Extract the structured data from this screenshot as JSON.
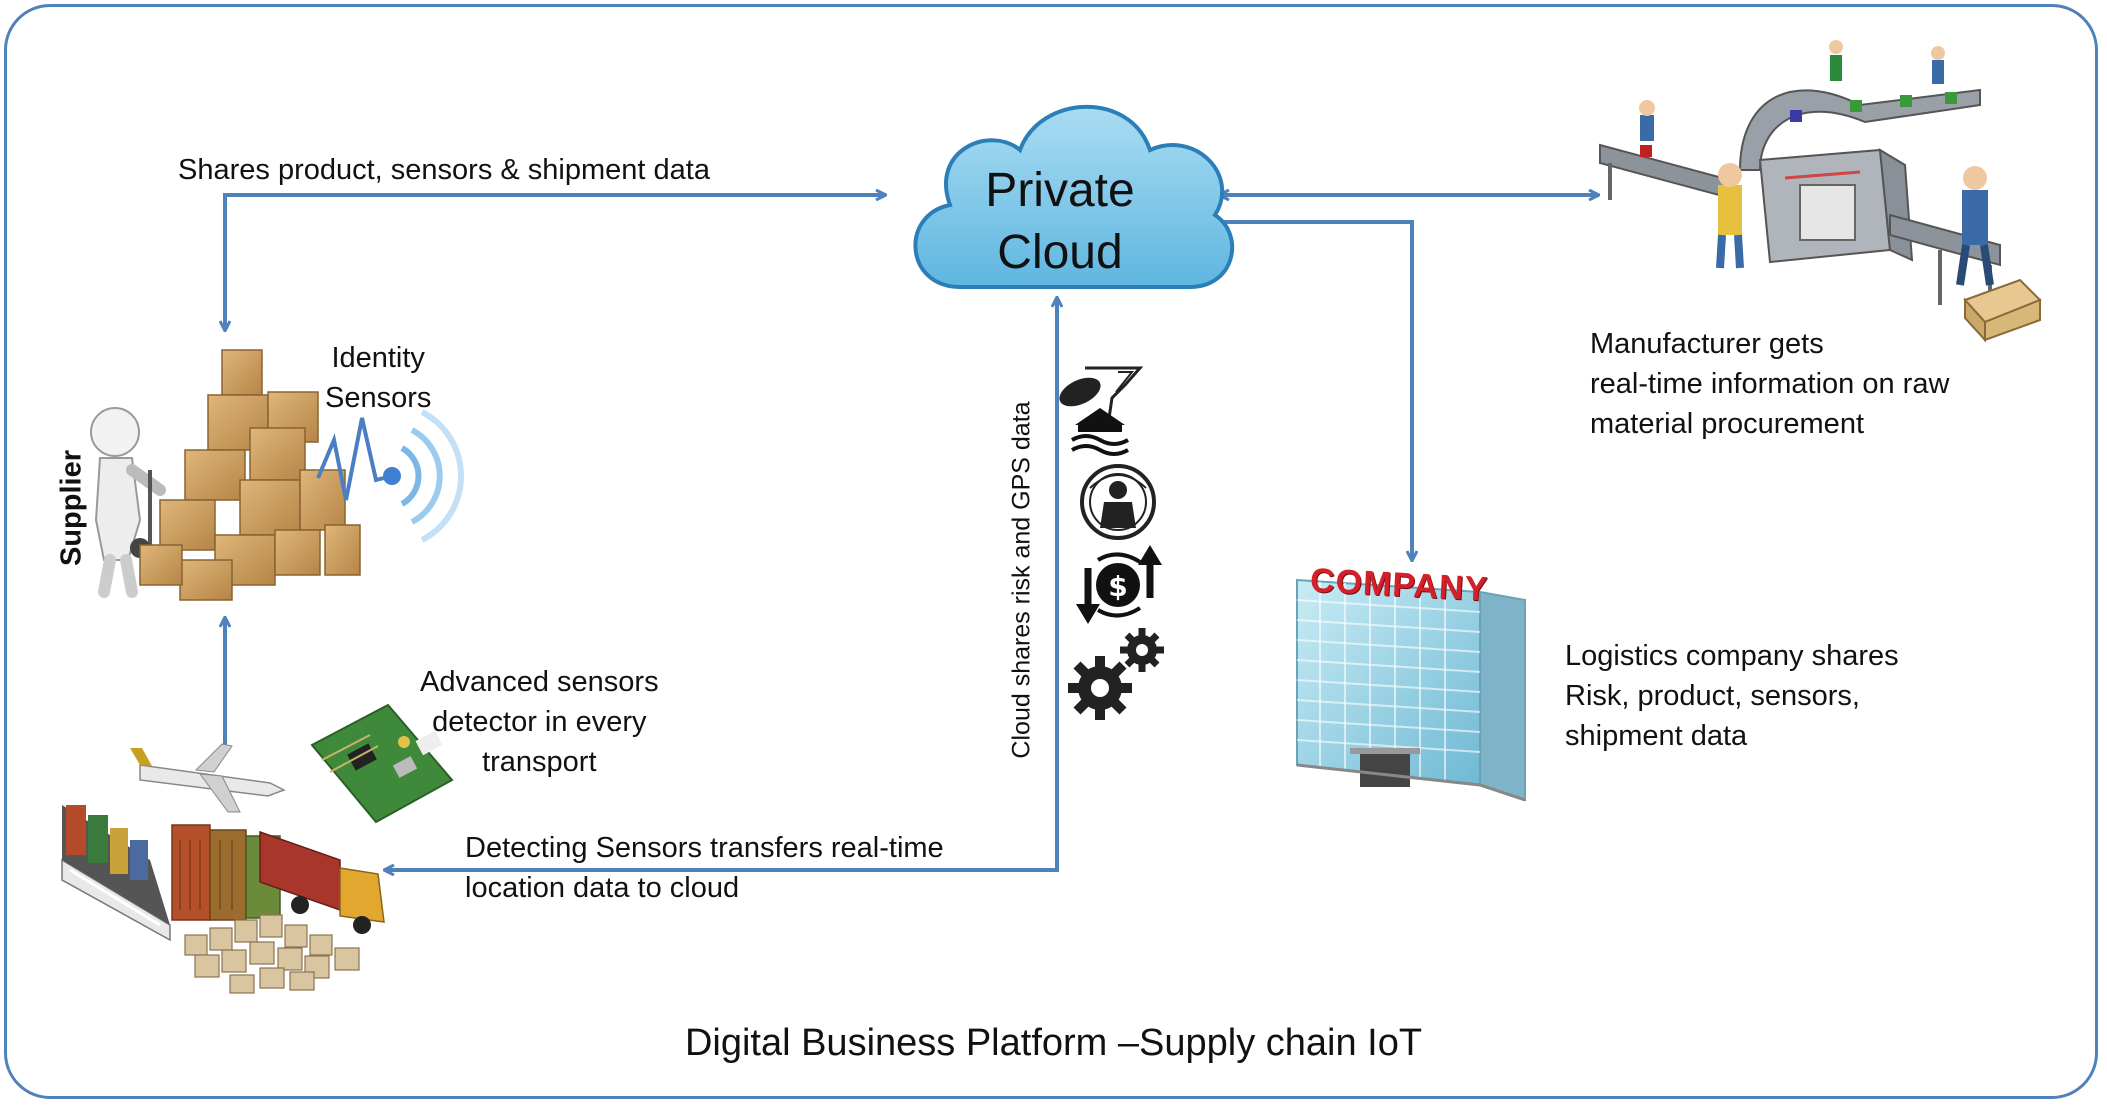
{
  "title": "Digital Business Platform –Supply chain IoT",
  "cloud": {
    "line1": "Private",
    "line2": "Cloud"
  },
  "labels": {
    "shares_data": "Shares  product, sensors & shipment data",
    "identity": [
      "Identity",
      "Sensors"
    ],
    "supplier": "Supplier",
    "advanced": [
      "Advanced sensors",
      "detector in every",
      "transport"
    ],
    "detecting": [
      "Detecting Sensors transfers real-time",
      "location data to cloud"
    ],
    "cloud_shares": "Cloud shares risk and GPS data",
    "manufacturer": [
      "Manufacturer gets",
      "real-time information on raw",
      "material procurement"
    ],
    "logistics": [
      "Logistics company shares",
      "Risk, product, sensors,",
      "shipment data"
    ],
    "company_sign": "COMPANY"
  },
  "colors": {
    "frame": "#4f81bd",
    "arrow": "#4f81bd",
    "cloud_fill": "#7ecbea",
    "cloud_stroke": "#2a7fb8",
    "box": "#c99a5b",
    "building_glass": "#9fd3e6",
    "company_red": "#d4202a"
  },
  "icons": [
    "storm-flood-icon",
    "anonymous-mask-icon",
    "money-flow-icon",
    "gears-icon",
    "person-with-boxes-icon",
    "wireless-signal-icon",
    "circuit-board-icon",
    "transport-icon",
    "factory-conveyor-icon",
    "company-building-icon"
  ]
}
